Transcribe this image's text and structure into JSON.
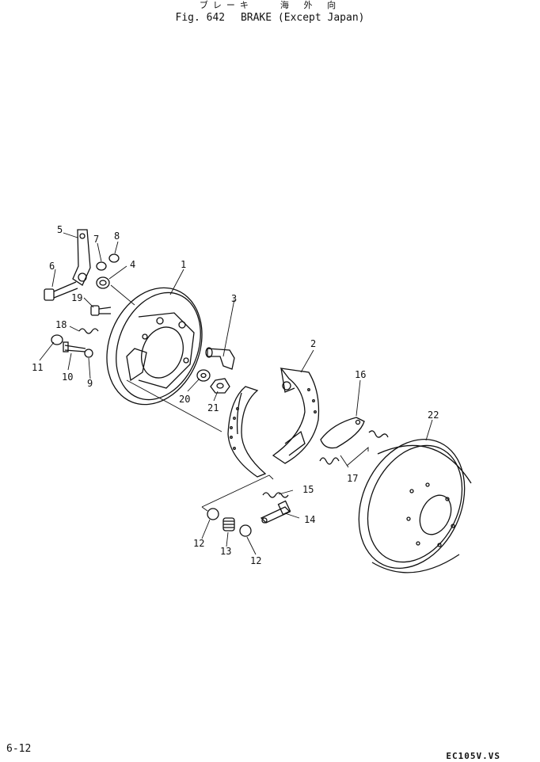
{
  "header": {
    "japanese_title": "ブレーキ　　海 外 向",
    "figure_number": "Fig. 642",
    "figure_title": "BRAKE (Except Japan)"
  },
  "callouts": {
    "c1": "1",
    "c2": "2",
    "c3": "3",
    "c4": "4",
    "c5": "5",
    "c6": "6",
    "c7": "7",
    "c8": "8",
    "c9": "9",
    "c10": "10",
    "c11": "11",
    "c12a": "12",
    "c12b": "12",
    "c13": "13",
    "c14": "14",
    "c15": "15",
    "c16": "16",
    "c17": "17",
    "c18": "18",
    "c19": "19",
    "c20": "20",
    "c21": "21",
    "c22": "22"
  },
  "footer": {
    "page_number": "6-12",
    "model_code": "EC105V.VS"
  }
}
